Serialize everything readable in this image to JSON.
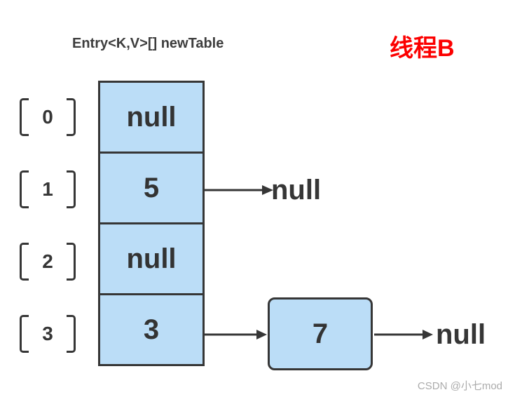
{
  "header": {
    "array_declaration": "Entry<K,V>[] newTable",
    "thread_label": "线程B"
  },
  "diagram": {
    "buckets": [
      {
        "index": "0",
        "value": "null"
      },
      {
        "index": "1",
        "value": "5"
      },
      {
        "index": "2",
        "value": "null"
      },
      {
        "index": "3",
        "value": "3"
      }
    ],
    "chain_node_value": "7",
    "null_after_bucket1": "null",
    "null_after_node7": "null"
  },
  "colors": {
    "cell_fill": "#bbddf7",
    "stroke_dark": "#363636",
    "thread_red": "#fc0000",
    "watermark_gray": "#ababab"
  },
  "watermark": "CSDN @小七mod"
}
